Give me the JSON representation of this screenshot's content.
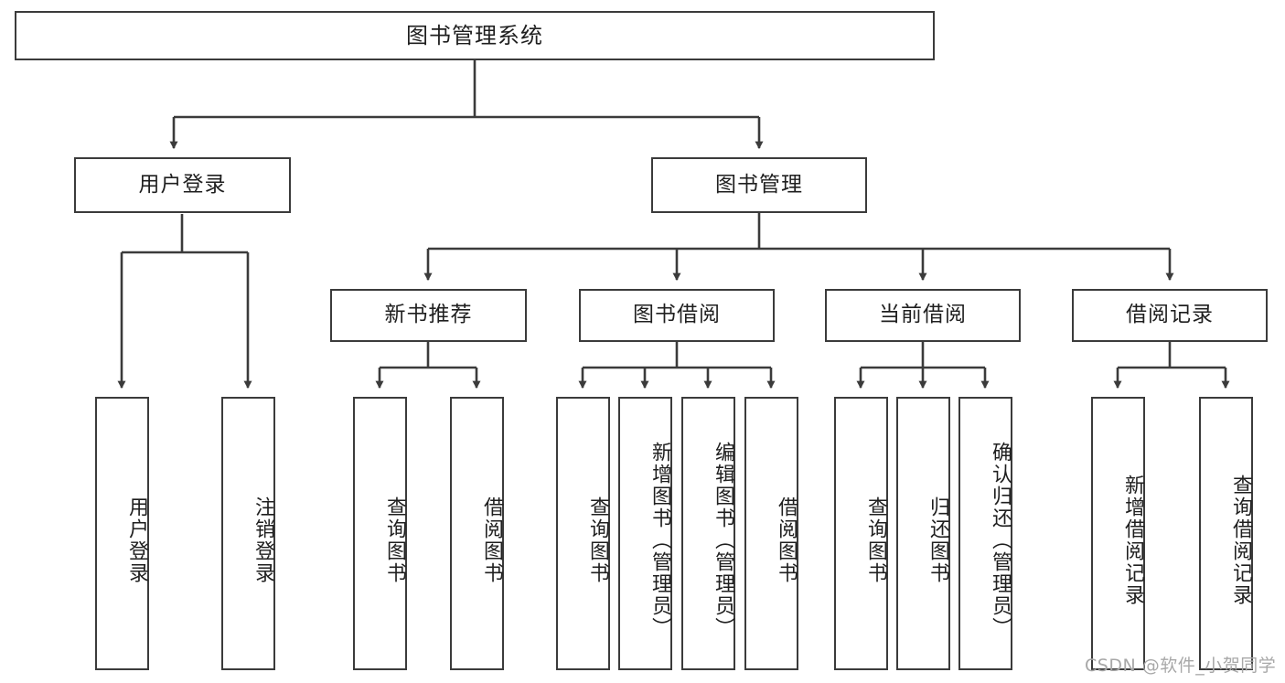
{
  "diagram": {
    "title": "图书管理系统",
    "type": "tree",
    "watermark": "CSDN @软件_小贺同学",
    "colors": {
      "stroke": "#3b3b3b",
      "text": "#1f1f1f",
      "background": "#ffffff",
      "watermark": "#a8a8a8"
    },
    "levels": {
      "root": {
        "label": "图书管理系统"
      },
      "modules": [
        {
          "label": "用户登录"
        },
        {
          "label": "图书管理"
        }
      ],
      "submodules": [
        {
          "label": "新书推荐"
        },
        {
          "label": "图书借阅"
        },
        {
          "label": "当前借阅"
        },
        {
          "label": "借阅记录"
        }
      ],
      "leaves": [
        {
          "label": "用户登录",
          "parent": "用户登录"
        },
        {
          "label": "注销登录",
          "parent": "用户登录"
        },
        {
          "label": "查询图书",
          "parent": "新书推荐"
        },
        {
          "label": "借阅图书",
          "parent": "新书推荐"
        },
        {
          "label": "查询图书",
          "parent": "图书借阅"
        },
        {
          "label": "新增图书（管理员）",
          "parent": "图书借阅"
        },
        {
          "label": "编辑图书（管理员）",
          "parent": "图书借阅"
        },
        {
          "label": "借阅图书",
          "parent": "图书借阅"
        },
        {
          "label": "查询图书",
          "parent": "当前借阅"
        },
        {
          "label": "归还图书",
          "parent": "当前借阅"
        },
        {
          "label": "确认归还（管理员）",
          "parent": "当前借阅"
        },
        {
          "label": "新增借阅记录",
          "parent": "借阅记录"
        },
        {
          "label": "查询借阅记录",
          "parent": "借阅记录"
        }
      ]
    }
  }
}
